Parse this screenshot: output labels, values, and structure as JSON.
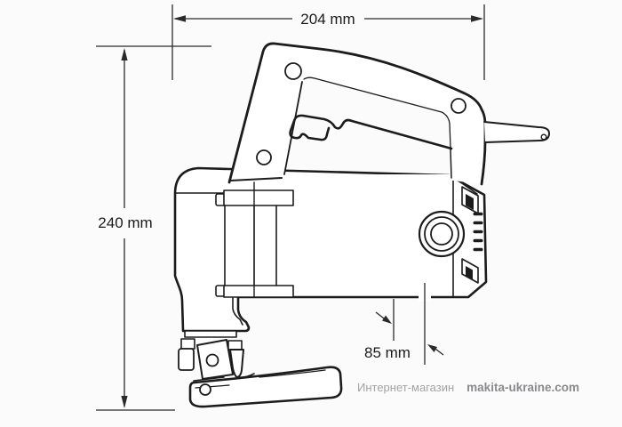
{
  "dimensions": {
    "width_label": "204 mm",
    "height_label": "240 mm",
    "depth_label": "85 mm"
  },
  "watermark": {
    "prefix": "Интернет-магазин",
    "site": "makita-ukraine.com"
  },
  "colors": {
    "background": "#fbfbfb",
    "line": "#1c1c1c",
    "dim": "#2a2a2a",
    "label": "#1a1a1a",
    "watermark_prefix": "#a3a3a3",
    "watermark_site": "#8a8a8c"
  }
}
